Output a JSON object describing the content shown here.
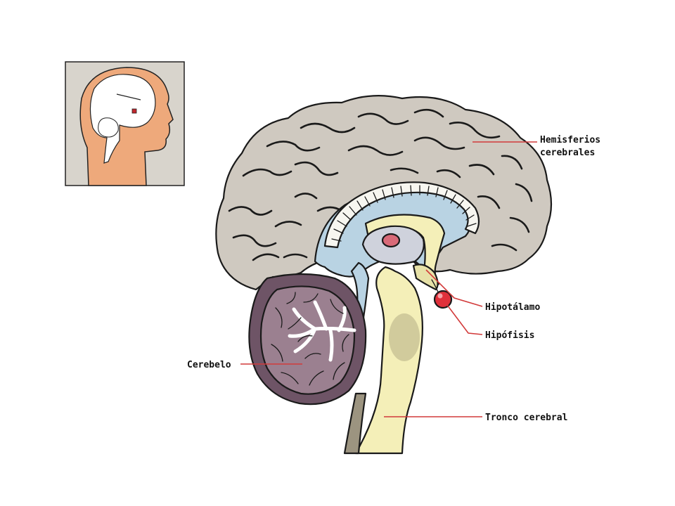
{
  "colors": {
    "cortex": "#cfc9c0",
    "ventricle": "#b9d3e3",
    "stem": "#f4efb8",
    "cerebellum_outer": "#6e5466",
    "cerebellum_inner": "#9b8090",
    "gland": "#e0303a",
    "leader": "#d23a3a",
    "skin": "#eea97b",
    "inset_bg": "#d8d4cc"
  },
  "labels": {
    "hemispheres_line1": "Hemisferios",
    "hemispheres_line2": "cerebrales",
    "hypothalamus": "Hipotálamo",
    "pituitary": "Hipófisis",
    "cerebellum": "Cerebelo",
    "brainstem": "Tronco cerebral"
  }
}
